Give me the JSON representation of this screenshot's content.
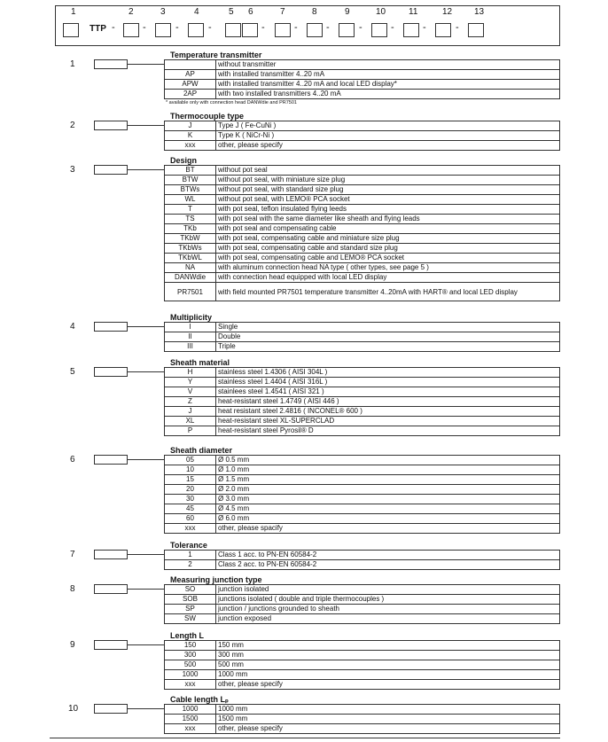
{
  "code": {
    "prefix": "TTP",
    "positions": [
      "1",
      "2",
      "3",
      "4",
      "5",
      "6",
      "7",
      "8",
      "9",
      "10",
      "11",
      "12",
      "13"
    ]
  },
  "sections": [
    {
      "num": "1",
      "title": "Temperature transmitter",
      "rows": [
        [
          "",
          "without transmitter"
        ],
        [
          "AP",
          "with installed transmitter 4..20 mA"
        ],
        [
          "APW",
          "with installed transmitter 4..20 mA and local LED display*"
        ],
        [
          "2AP",
          "with two installed transmitters 4..20 mA"
        ]
      ],
      "note": "* available only with connection head DANWdie and PR7501"
    },
    {
      "num": "2",
      "title": "Thermocouple type",
      "rows": [
        [
          "J",
          "Type J ( Fe-CuNi )"
        ],
        [
          "K",
          "Type K ( NiCr-Ni )"
        ],
        [
          "xxx",
          "other, please specify"
        ]
      ]
    },
    {
      "num": "3",
      "title": "Design",
      "rows": [
        [
          "BT",
          "without pot seal"
        ],
        [
          "BTW",
          "without pot seal, with miniature size plug"
        ],
        [
          "BTWs",
          "without pot seal, with standard size plug"
        ],
        [
          "WL",
          "without pot seal, with LEMO® PCA socket"
        ],
        [
          "T",
          "with pot seal, teflon insulated flying leeds"
        ],
        [
          "TS",
          "with pot seal with the same diameter like sheath and flying leads"
        ],
        [
          "TKb",
          "with pot seal and compensating cable"
        ],
        [
          "TKbW",
          "with pot seal, compensating cable and miniature size plug"
        ],
        [
          "TKbWs",
          "with pot seal, compensating cable and standard size plug"
        ],
        [
          "TKbWL",
          "with pot seal, compensating cable and LEMO® PCA socket"
        ],
        [
          "NA",
          "with aluminum connection head NA type ( other types, see page 5 )"
        ],
        [
          "DANWdie",
          "with connection head equipped with local LED display"
        ],
        [
          "PR7501",
          "with field mounted PR7501 temperature transmitter 4..20mA with HART® and local LED display"
        ]
      ]
    },
    {
      "num": "4",
      "title": "Multiplicity",
      "rows": [
        [
          "I",
          "Single"
        ],
        [
          "II",
          "Double"
        ],
        [
          "III",
          "Triple"
        ]
      ]
    },
    {
      "num": "5",
      "title": "Sheath material",
      "rows": [
        [
          "H",
          "stainless steel 1.4306 ( AISI 304L )"
        ],
        [
          "Y",
          "stainless steel 1.4404 ( AISI 316L )"
        ],
        [
          "V",
          "stainlees steel 1.4541 ( AISI 321 )"
        ],
        [
          "Z",
          "heat-resistant steel 1.4749 ( AISI 446 )"
        ],
        [
          "J",
          "heat resistant steel 2.4816 ( INCONEL® 600 )"
        ],
        [
          "XL",
          "heat-resistant steel XL-SUPERCLAD"
        ],
        [
          "P",
          "heat-resistant steel Pyrosil® D"
        ]
      ]
    },
    {
      "num": "6",
      "title": "Sheath diameter",
      "rows": [
        [
          "05",
          "Ø 0.5 mm"
        ],
        [
          "10",
          "Ø 1.0 mm"
        ],
        [
          "15",
          "Ø 1.5 mm"
        ],
        [
          "20",
          "Ø 2.0 mm"
        ],
        [
          "30",
          "Ø 3.0 mm"
        ],
        [
          "45",
          "Ø 4.5 mm"
        ],
        [
          "60",
          "Ø 6.0 mm"
        ],
        [
          "xxx",
          "other, please spacify"
        ]
      ]
    },
    {
      "num": "7",
      "title": "Tolerance",
      "rows": [
        [
          "1",
          "Class 1 acc. to PN-EN 60584-2"
        ],
        [
          "2",
          "Class 2 acc. to PN-EN 60584-2"
        ]
      ]
    },
    {
      "num": "8",
      "title": "Measuring junction type",
      "rows": [
        [
          "SO",
          "junction isolated"
        ],
        [
          "SOB",
          "junctions isolated ( double and triple thermocouples )"
        ],
        [
          "SP",
          "junction / junctions grounded to sheath"
        ],
        [
          "SW",
          "junction exposed"
        ]
      ]
    },
    {
      "num": "9",
      "title": "Length L",
      "rows": [
        [
          "150",
          "150 mm"
        ],
        [
          "300",
          "300 mm"
        ],
        [
          "500",
          "500 mm"
        ],
        [
          "1000",
          "1000 mm"
        ],
        [
          "xxx",
          "other, please specify"
        ]
      ]
    },
    {
      "num": "10",
      "title": "Cable length Lₚ",
      "rows": [
        [
          "1000",
          "1000 mm"
        ],
        [
          "1500",
          "1500 mm"
        ],
        [
          "xxx",
          "other, please specify"
        ]
      ]
    }
  ]
}
